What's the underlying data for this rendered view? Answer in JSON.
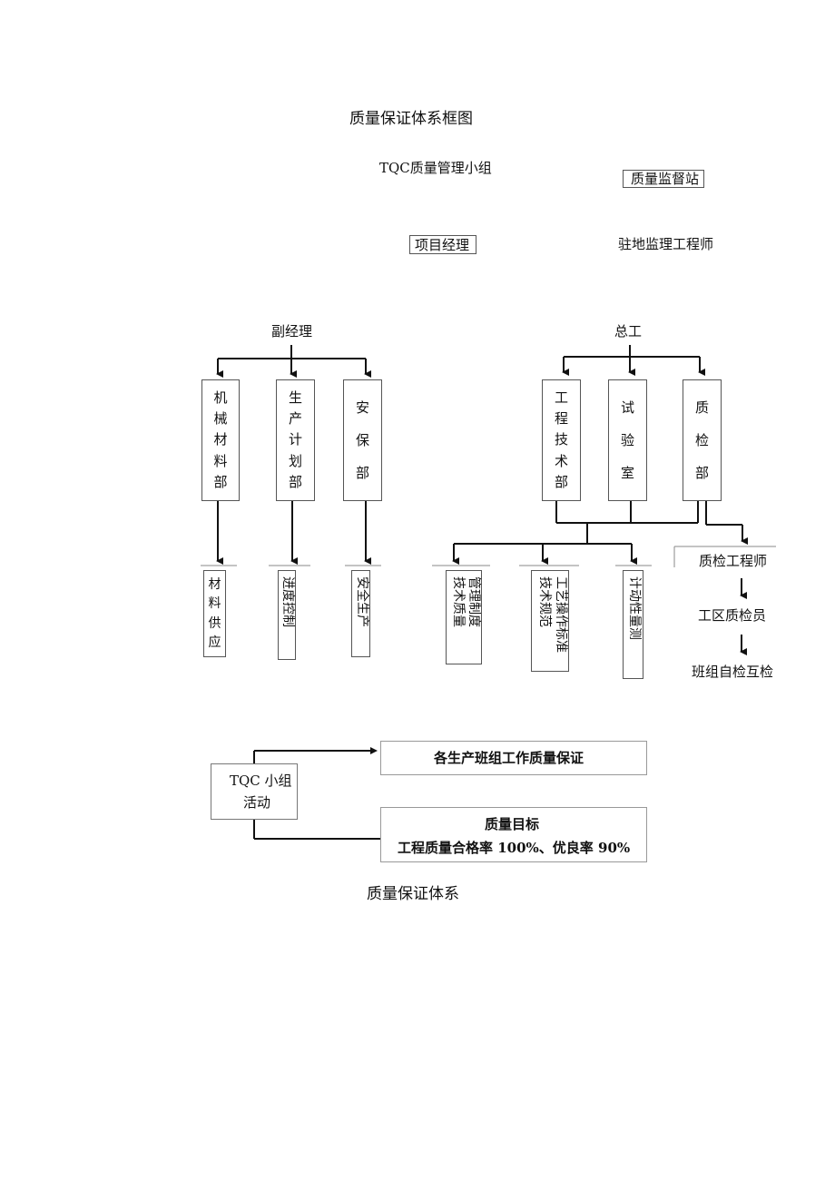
{
  "title": "质量保证体系框图",
  "tqc_group": "TQC质量管理小组",
  "supervision_station": "质量监督站",
  "project_manager": "项目经理",
  "resident_engineer": "驻地监理工程师",
  "deputy_manager": "副经理",
  "chief_engineer": "总工",
  "deputy_depts": [
    {
      "chars": [
        "机",
        "械",
        "材",
        "料",
        "部"
      ]
    },
    {
      "chars": [
        "生",
        "产",
        "计",
        "划",
        "部"
      ]
    },
    {
      "chars": [
        "安",
        "保",
        "部"
      ]
    }
  ],
  "chief_depts": [
    {
      "chars": [
        "工",
        "程",
        "技",
        "术",
        "部"
      ]
    },
    {
      "chars": [
        "试",
        "验",
        "室"
      ]
    },
    {
      "chars": [
        "质",
        "检",
        "部"
      ]
    }
  ],
  "deputy_outputs": {
    "material_supply": [
      "材",
      "料",
      "供",
      "应"
    ],
    "progress_control": "进度控制",
    "safety_production": "安全生产"
  },
  "chief_outputs": {
    "mgmt_line1": "管理制度",
    "mgmt_line2": "技术质量",
    "process_line1": "工艺操作标准",
    "process_line2": "技术规范",
    "metering": "计动性量测"
  },
  "qc_chain": [
    "质检工程师",
    "工区质检员",
    "班组自检互检"
  ],
  "tqc_activity": {
    "line1": "TQC 小组",
    "line2": "活动"
  },
  "team_guarantee": "各生产班组工作质量保证",
  "quality_goal": {
    "title": "质量目标",
    "detail": "工程质量合格率 100%、优良率 90%"
  },
  "caption": "质量保证体系"
}
